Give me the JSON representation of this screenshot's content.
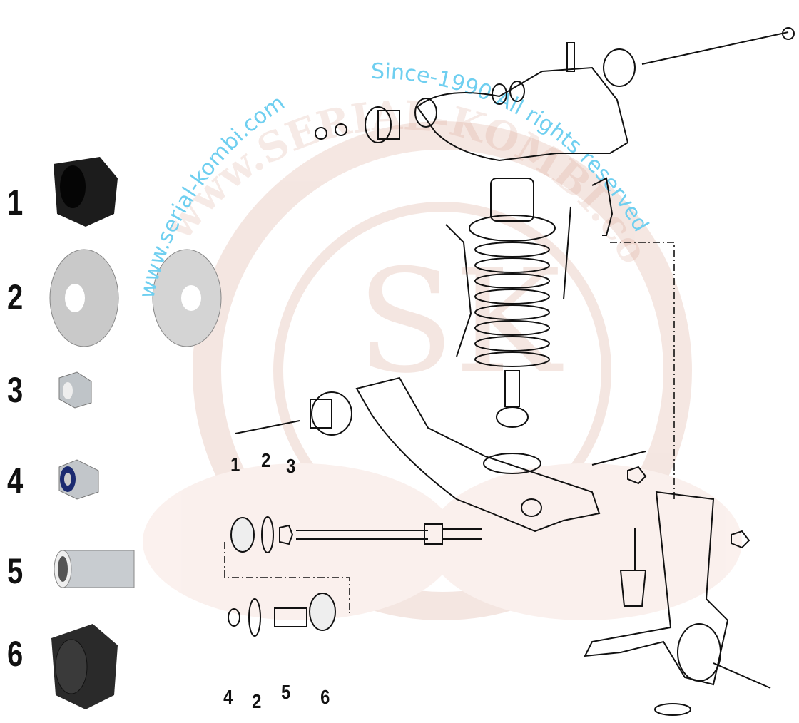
{
  "watermark": {
    "left_arc": "www.serial-kombi.com",
    "right_arc": "Since-1990 All rights reserved",
    "center_arc": "www.SERIAL-KOMBI.com",
    "logo_letters": "SK",
    "color": "#6fcff0"
  },
  "part_list": [
    {
      "number": "1",
      "name": "bushing-cone"
    },
    {
      "number": "2",
      "name": "cup-washer"
    },
    {
      "number": "3",
      "name": "hex-nut"
    },
    {
      "number": "4",
      "name": "nylon-lock-nut"
    },
    {
      "number": "5",
      "name": "metal-sleeve"
    },
    {
      "number": "6",
      "name": "rubber-bushing"
    }
  ],
  "callouts_top": [
    "1",
    "2",
    "3"
  ],
  "callouts_bottom": [
    "4",
    "2",
    "5",
    "6"
  ]
}
